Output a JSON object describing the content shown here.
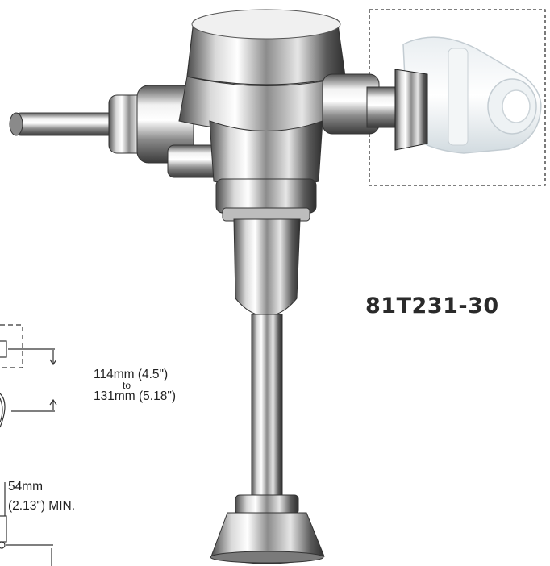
{
  "model_number": "81T231-30",
  "dimension_height": {
    "min": "114mm (4.5\")",
    "joiner": "to",
    "max": "131mm (5.18\")"
  },
  "dimension_clearance": {
    "line1": "54mm",
    "line2": "(2.13\") MIN."
  },
  "colors": {
    "chrome_dark": "#3c3c3c",
    "chrome_mid": "#9a9a9a",
    "chrome_light": "#f4f4f4",
    "ghost_part": "#cfd8dd"
  }
}
